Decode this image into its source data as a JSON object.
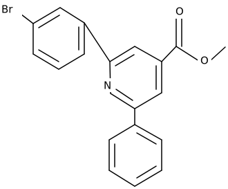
{
  "diagram": {
    "atom_labels": {
      "bromine": "Br",
      "pyridine_nitrogen": "N",
      "carbonyl_oxygen": "O",
      "ester_oxygen": "O"
    },
    "colors": {
      "bond": "#000000",
      "text": "#000000",
      "background": "#ffffff"
    }
  }
}
